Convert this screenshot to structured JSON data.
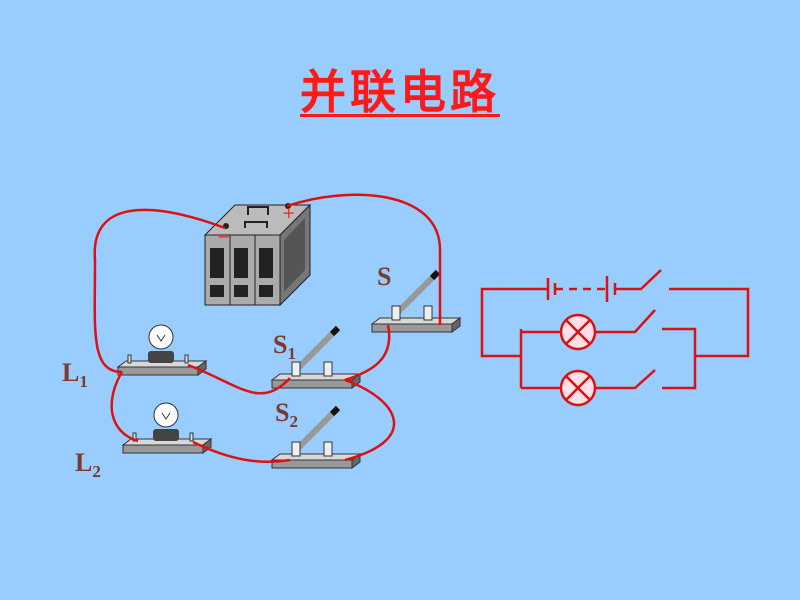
{
  "title": "并联电路",
  "labels": {
    "S": "S",
    "S1_main": "S",
    "S1_sub": "1",
    "S2_main": "S",
    "S2_sub": "2",
    "L1_main": "L",
    "L1_sub": "1",
    "L2_main": "L",
    "L2_sub": "2"
  },
  "battery": {
    "plus": "+",
    "minus": "−"
  },
  "colors": {
    "background": "#99CCFF",
    "wire": "#DD1111",
    "title": "#FF1A1A",
    "label": "#7A3A2E"
  }
}
